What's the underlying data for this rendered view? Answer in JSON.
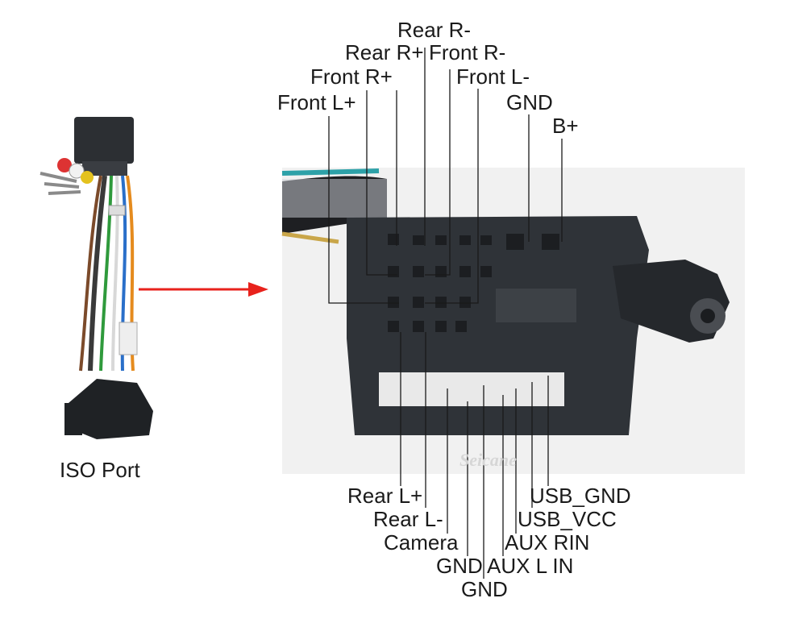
{
  "left_caption": "ISO Port",
  "watermark": "Seicane",
  "top_labels": {
    "rear_r_minus": "Rear R-",
    "rear_r_plus": "Rear R+",
    "front_r_minus": "Front R-",
    "front_r_plus": "Front R+",
    "front_l_minus": "Front L-",
    "front_l_plus": "Front L+",
    "gnd": "GND",
    "b_plus": "B+"
  },
  "bottom_labels": {
    "rear_l_plus": "Rear L+",
    "rear_l_minus": "Rear L-",
    "camera": "Camera",
    "gnd_1": "GND",
    "gnd_2": "GND",
    "aux_l_in": "AUX L IN",
    "aux_rin": "AUX RIN",
    "usb_vcc": "USB_VCC",
    "usb_gnd": "USB_GND"
  },
  "colors": {
    "arrow": "#e8221c",
    "leader": "#1a1a1a",
    "connector": "#2f3338"
  }
}
